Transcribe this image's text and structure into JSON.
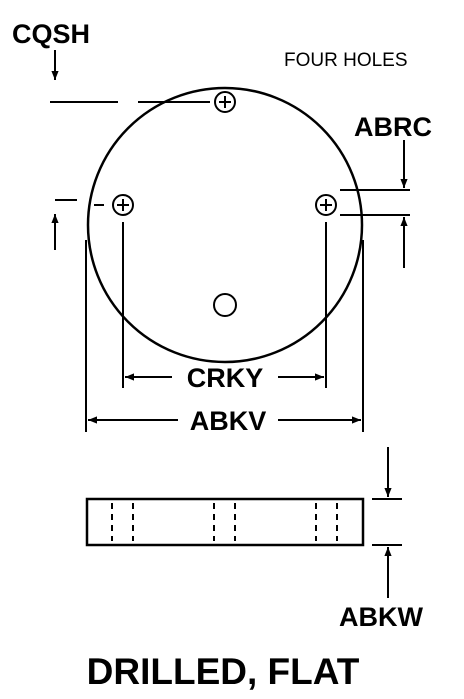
{
  "labels": {
    "cqsh": "CQSH",
    "four_holes": "FOUR HOLES",
    "abrc": "ABRC",
    "crky": "CRKY",
    "abkv": "ABKV",
    "abkw": "ABKW",
    "title": "DRILLED, FLAT"
  }
}
